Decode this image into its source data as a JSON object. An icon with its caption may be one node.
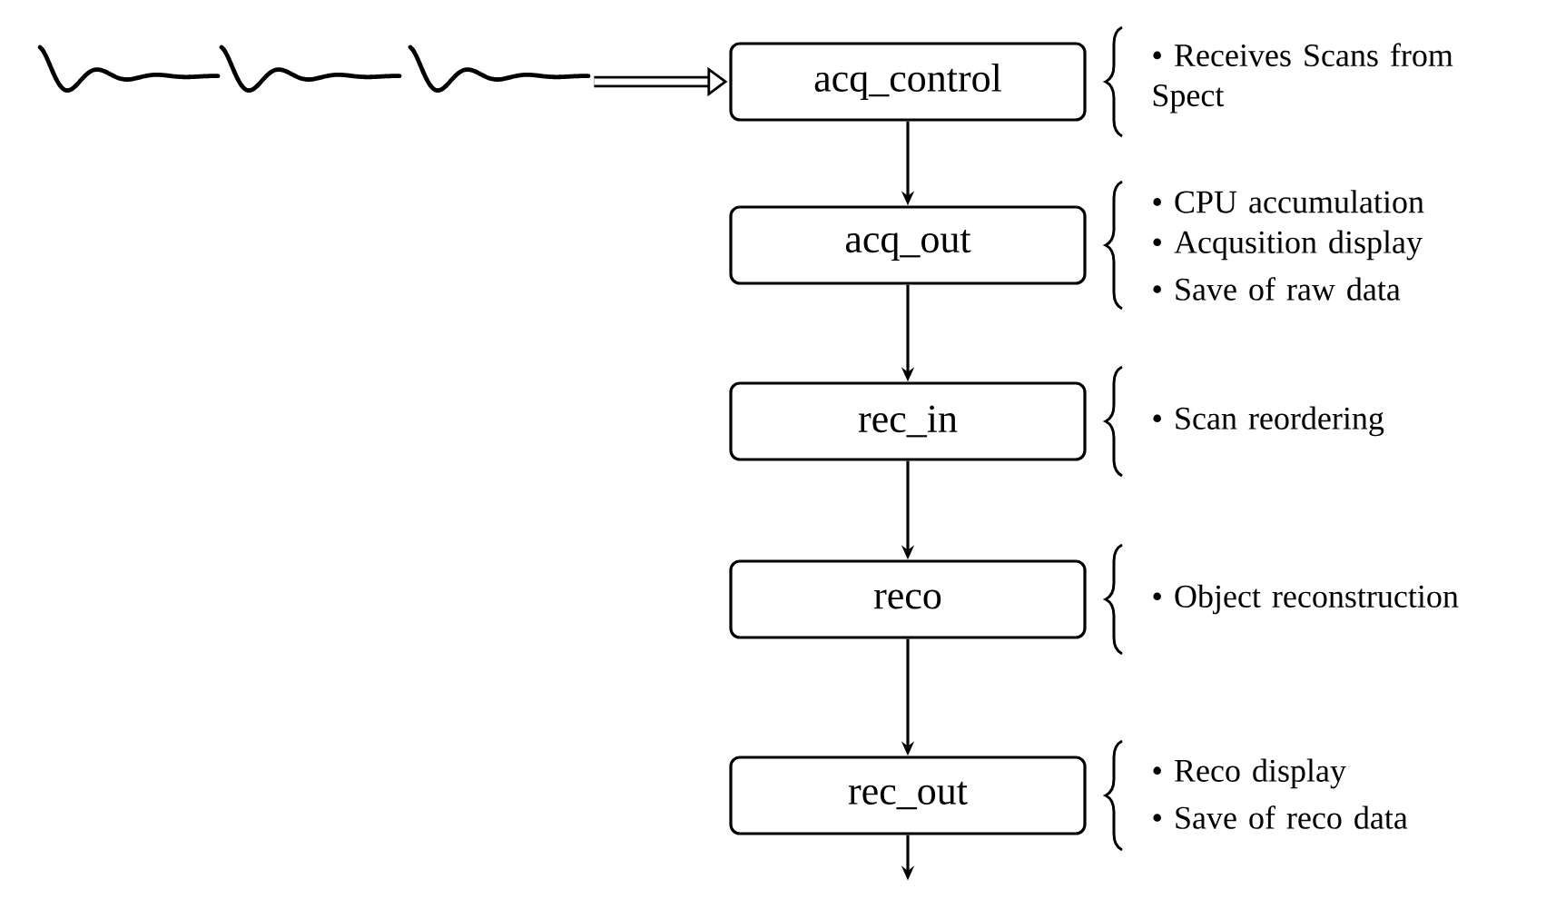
{
  "diagram": {
    "nodes": [
      {
        "text": [],
        "shape": "picture"
      },
      {
        "text": [
          "acq_control"
        ],
        "beside": [
          "• Receives Scans from Spect"
        ]
      },
      {
        "text": [
          "acq_out"
        ],
        "beside": [
          "• CPU accumulation",
          "• Acqusition display",
          "• Save of raw data"
        ]
      },
      {
        "text": [
          "rec_in"
        ],
        "beside": [
          "• Scan reordering"
        ]
      },
      {
        "text": [
          "reco"
        ],
        "beside": [
          "• Object reconstruction"
        ]
      },
      {
        "text": [
          "rec_out"
        ],
        "beside": [
          "• Reco display",
          "• Save of reco data"
        ]
      }
    ],
    "edges": [
      {
        "from": 0,
        "to": 1,
        "arrow": "to",
        "style": "thick"
      },
      {
        "from": 1,
        "to": 2,
        "arrow": "to"
      },
      {
        "from": 2,
        "to": 3,
        "arrow": "to"
      },
      {
        "from": 3,
        "to": 4,
        "arrow": "to"
      },
      {
        "from": 4,
        "to": 5,
        "arrow": "to"
      },
      {
        "from": 5,
        "to": null,
        "arrow": "to"
      }
    ]
  }
}
